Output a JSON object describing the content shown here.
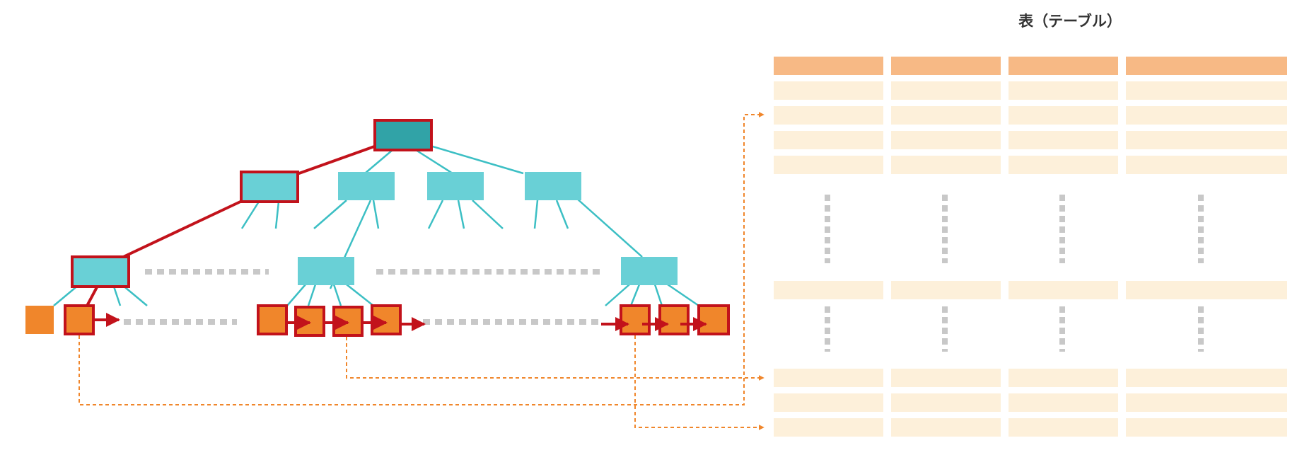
{
  "table": {
    "title": "表（テーブル）",
    "columns": 4,
    "visible_rows": 9
  },
  "tree": {
    "root_nodes": 1,
    "level2_nodes": 4,
    "level3_nodes": 3,
    "leaf_nodes": 9
  },
  "colors": {
    "root": "#31a3a7",
    "node": "#69d0d6",
    "edge": "#3cbfc4",
    "highlight": "#c2121b",
    "leaf": "#f0862b",
    "header": "#f7b985",
    "row": "#fdf0da",
    "dots": "#c8c8c8",
    "pointer": "#f0862b"
  }
}
